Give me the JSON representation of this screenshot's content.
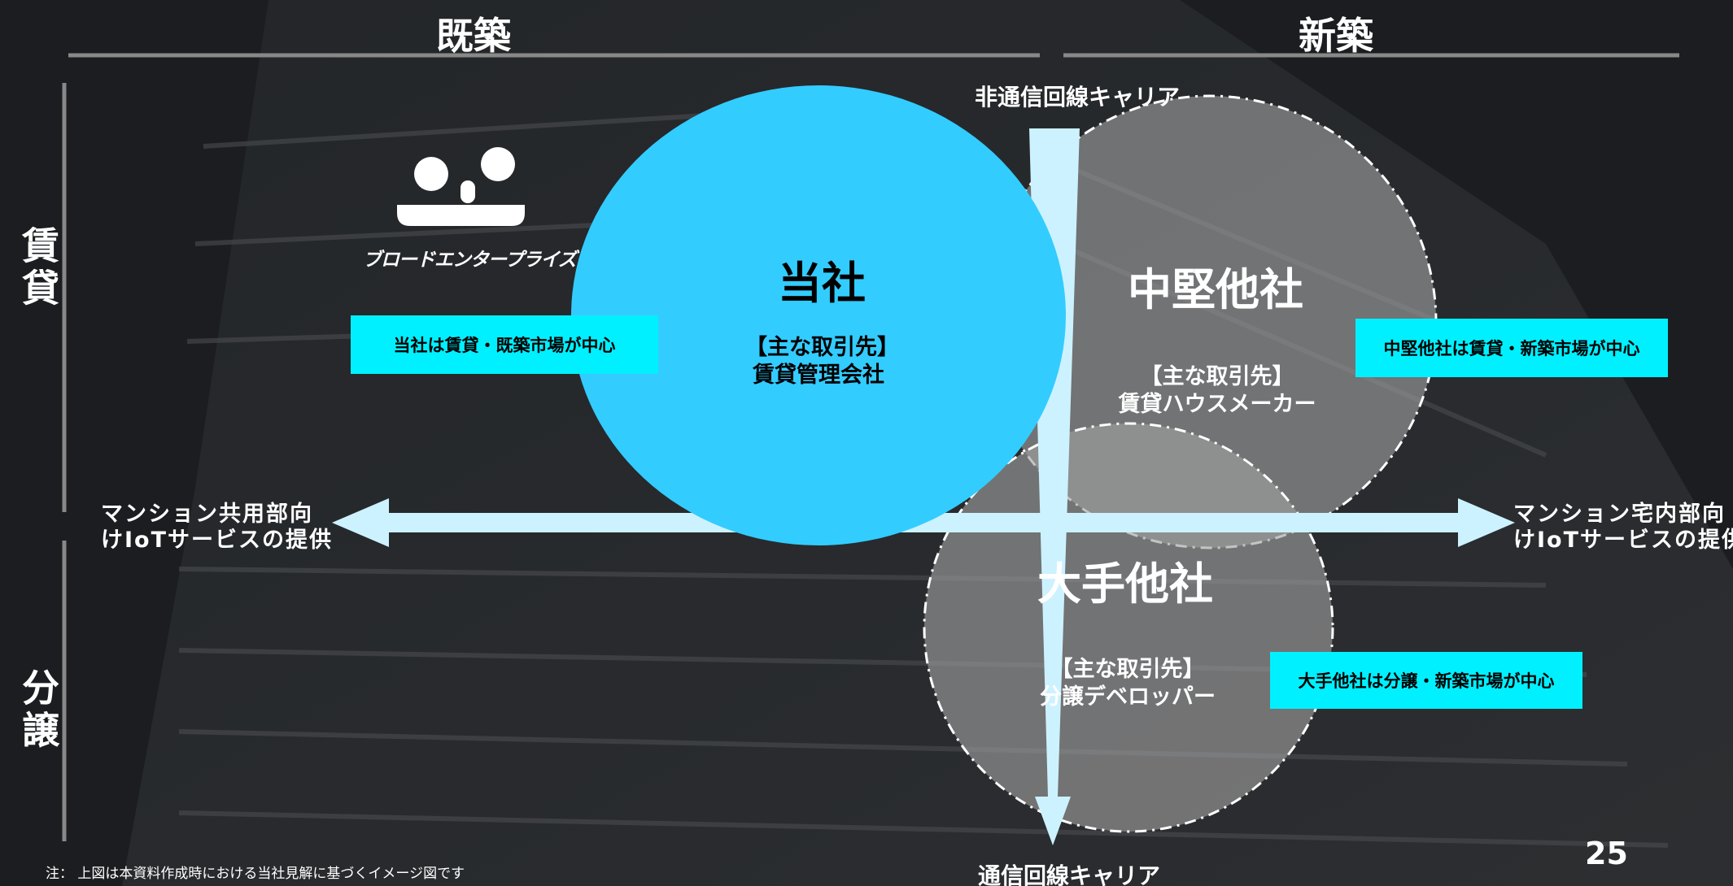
{
  "columns": {
    "existing": "既築",
    "new": "新築"
  },
  "rows": {
    "rental": "賃貸",
    "condo": "分譲"
  },
  "logo": {
    "name": "ブロードエンタープライズ"
  },
  "axes": {
    "left": [
      "マンション共用部向",
      "けIoTサービスの提供"
    ],
    "right": [
      "マンション宅内部向",
      "けIoTサービスの提供"
    ],
    "top": "非通信回線キャリア",
    "bottom": "通信回線キャリア"
  },
  "circles": {
    "us": {
      "title": "当社",
      "sub1": "【主な取引先】",
      "sub2": "賃貸管理会社"
    },
    "midsize": {
      "title": "中堅他社",
      "sub1": "【主な取引先】",
      "sub2": "賃貸ハウスメーカー"
    },
    "major": {
      "title": "大手他社",
      "sub1": "【主な取引先】",
      "sub2": "分譲デベロッパー"
    }
  },
  "callouts": {
    "us": "当社は賃貸・既築市場が中心",
    "midsize": "中堅他社は賃貸・新築市場が中心",
    "major": "大手他社は分譲・新築市場が中心"
  },
  "footer": {
    "note": "注： 上図は本資料作成時における当社見解に基づくイメージ図です",
    "page": "25"
  },
  "colors": {
    "accent_circle": "#33ccff",
    "callout": "#00f0ff",
    "arrow": "#ccf2ff",
    "background": "#1b1d20"
  }
}
